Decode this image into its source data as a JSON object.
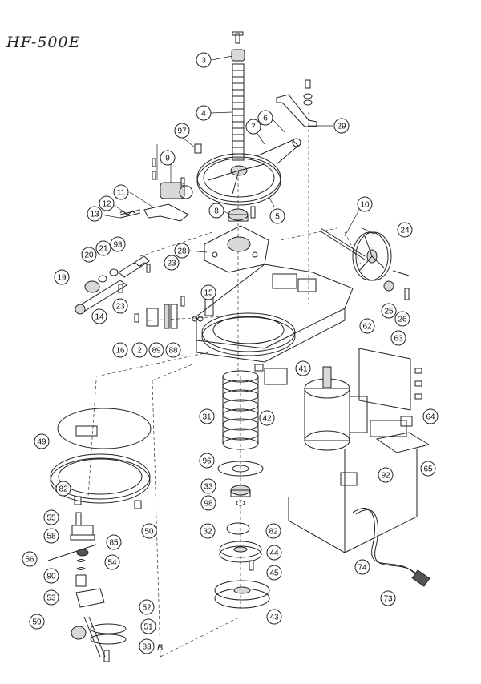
{
  "model": "HF-500E",
  "callouts": [
    {
      "id": "c3",
      "label": "3"
    },
    {
      "id": "c4",
      "label": "4"
    },
    {
      "id": "c5",
      "label": "5"
    },
    {
      "id": "c6",
      "label": "6"
    },
    {
      "id": "c7",
      "label": "7"
    },
    {
      "id": "c8",
      "label": "8"
    },
    {
      "id": "c9",
      "label": "9"
    },
    {
      "id": "c10",
      "label": "10"
    },
    {
      "id": "c11",
      "label": "11"
    },
    {
      "id": "c12",
      "label": "12"
    },
    {
      "id": "c13",
      "label": "13"
    },
    {
      "id": "c14",
      "label": "14"
    },
    {
      "id": "c15",
      "label": "15"
    },
    {
      "id": "c16",
      "label": "16"
    },
    {
      "id": "c19",
      "label": "19"
    },
    {
      "id": "c20",
      "label": "20"
    },
    {
      "id": "c21",
      "label": "21"
    },
    {
      "id": "c22",
      "label": "2"
    },
    {
      "id": "c23a",
      "label": "23"
    },
    {
      "id": "c23b",
      "label": "23"
    },
    {
      "id": "c24",
      "label": "24"
    },
    {
      "id": "c25",
      "label": "25"
    },
    {
      "id": "c26",
      "label": "26"
    },
    {
      "id": "c28",
      "label": "28"
    },
    {
      "id": "c29",
      "label": "29"
    },
    {
      "id": "c31",
      "label": "31"
    },
    {
      "id": "c32",
      "label": "32"
    },
    {
      "id": "c33",
      "label": "33"
    },
    {
      "id": "c41",
      "label": "41"
    },
    {
      "id": "c42",
      "label": "42"
    },
    {
      "id": "c43",
      "label": "43"
    },
    {
      "id": "c44",
      "label": "44"
    },
    {
      "id": "c45",
      "label": "45"
    },
    {
      "id": "c49",
      "label": "49"
    },
    {
      "id": "c50",
      "label": "50"
    },
    {
      "id": "c51",
      "label": "51"
    },
    {
      "id": "c52",
      "label": "52"
    },
    {
      "id": "c53",
      "label": "53"
    },
    {
      "id": "c54",
      "label": "54"
    },
    {
      "id": "c55",
      "label": "55"
    },
    {
      "id": "c56",
      "label": "56"
    },
    {
      "id": "c58",
      "label": "58"
    },
    {
      "id": "c59",
      "label": "59"
    },
    {
      "id": "c62",
      "label": "62"
    },
    {
      "id": "c63",
      "label": "63"
    },
    {
      "id": "c64",
      "label": "64"
    },
    {
      "id": "c65",
      "label": "65"
    },
    {
      "id": "c73",
      "label": "73"
    },
    {
      "id": "c74",
      "label": "74"
    },
    {
      "id": "c82a",
      "label": "82"
    },
    {
      "id": "c82b",
      "label": "82"
    },
    {
      "id": "c83",
      "label": "83"
    },
    {
      "id": "c85",
      "label": "85"
    },
    {
      "id": "c88",
      "label": "88"
    },
    {
      "id": "c89",
      "label": "89"
    },
    {
      "id": "c90",
      "label": "90"
    },
    {
      "id": "c92",
      "label": "92"
    },
    {
      "id": "c93",
      "label": "93"
    },
    {
      "id": "c96",
      "label": "96"
    },
    {
      "id": "c97",
      "label": "97"
    },
    {
      "id": "c98",
      "label": "98"
    }
  ],
  "annotation_b": "B"
}
